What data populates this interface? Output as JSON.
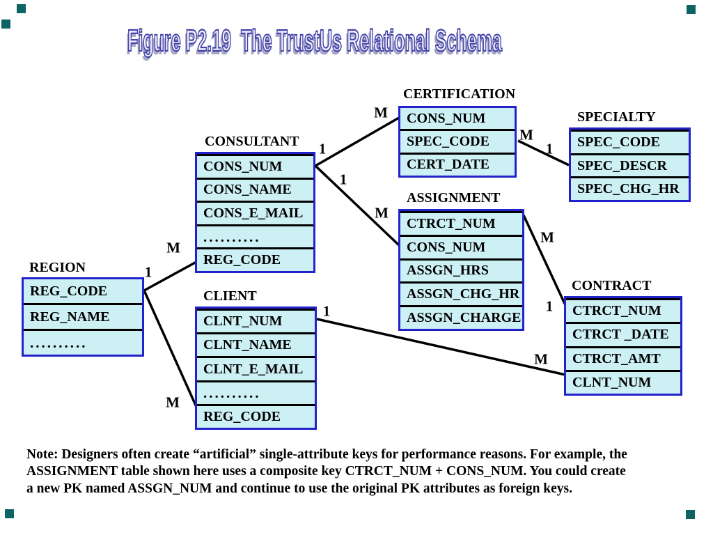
{
  "title": "Figure P2.19  The TrustUs Relational Schema",
  "colors": {
    "table_fill": "#cdf0f5",
    "table_border": "#2222cc",
    "row_divider": "#000000",
    "relationship_line": "#000000",
    "title_outline": "#4343aa",
    "title_shadow": "#a6a6c8",
    "corner_marker": "#0e6464"
  },
  "tables": [
    {
      "name": "REGION",
      "rows": [
        "REG_CODE",
        "REG_NAME",
        ".........."
      ]
    },
    {
      "name": "CONSULTANT",
      "rows": [
        "CONS_NUM",
        "CONS_NAME",
        "CONS_E_MAIL",
        "..........",
        "REG_CODE"
      ]
    },
    {
      "name": "CLIENT",
      "rows": [
        "CLNT_NUM",
        "CLNT_NAME",
        "CLNT_E_MAIL",
        "..........",
        "REG_CODE"
      ]
    },
    {
      "name": "CERTIFICATION",
      "rows": [
        "CONS_NUM",
        "SPEC_CODE",
        "CERT_DATE"
      ]
    },
    {
      "name": "SPECIALTY",
      "rows": [
        "SPEC_CODE",
        "SPEC_DESCR",
        "SPEC_CHG_HR"
      ]
    },
    {
      "name": "ASSIGNMENT",
      "rows": [
        "CTRCT_NUM",
        "CONS_NUM",
        "ASSGN_HRS",
        "ASSGN_CHG_HR",
        "ASSGN_CHARGE"
      ]
    },
    {
      "name": "CONTRACT",
      "rows": [
        "CTRCT_NUM",
        "CTRCT _DATE",
        "CTRCT_AMT",
        "CLNT_NUM"
      ]
    }
  ],
  "cardinality_labels": [
    {
      "rel": "region-consultant",
      "text": "1"
    },
    {
      "rel": "region-consultant",
      "text": "M"
    },
    {
      "rel": "region-client",
      "text": "M"
    },
    {
      "rel": "consultant-certification",
      "text": "1"
    },
    {
      "rel": "consultant-certification",
      "text": "M"
    },
    {
      "rel": "consultant-assignment",
      "text": "1"
    },
    {
      "rel": "consultant-assignment",
      "text": "M"
    },
    {
      "rel": "certification-specialty",
      "text": "M"
    },
    {
      "rel": "certification-specialty",
      "text": "1"
    },
    {
      "rel": "assignment-contract",
      "text": "M"
    },
    {
      "rel": "assignment-contract",
      "text": "1"
    },
    {
      "rel": "client-contract",
      "text": "1"
    },
    {
      "rel": "client-contract",
      "text": "M"
    }
  ],
  "note_lines": [
    "Note: Designers often create “artificial” single-attribute keys for performance reasons. For example, the",
    "ASSIGNMENT table shown here uses a composite key CTRCT_NUM + CONS_NUM. You could create",
    "a new PK named ASSGN_NUM and continue to use the original PK attributes as foreign keys."
  ]
}
